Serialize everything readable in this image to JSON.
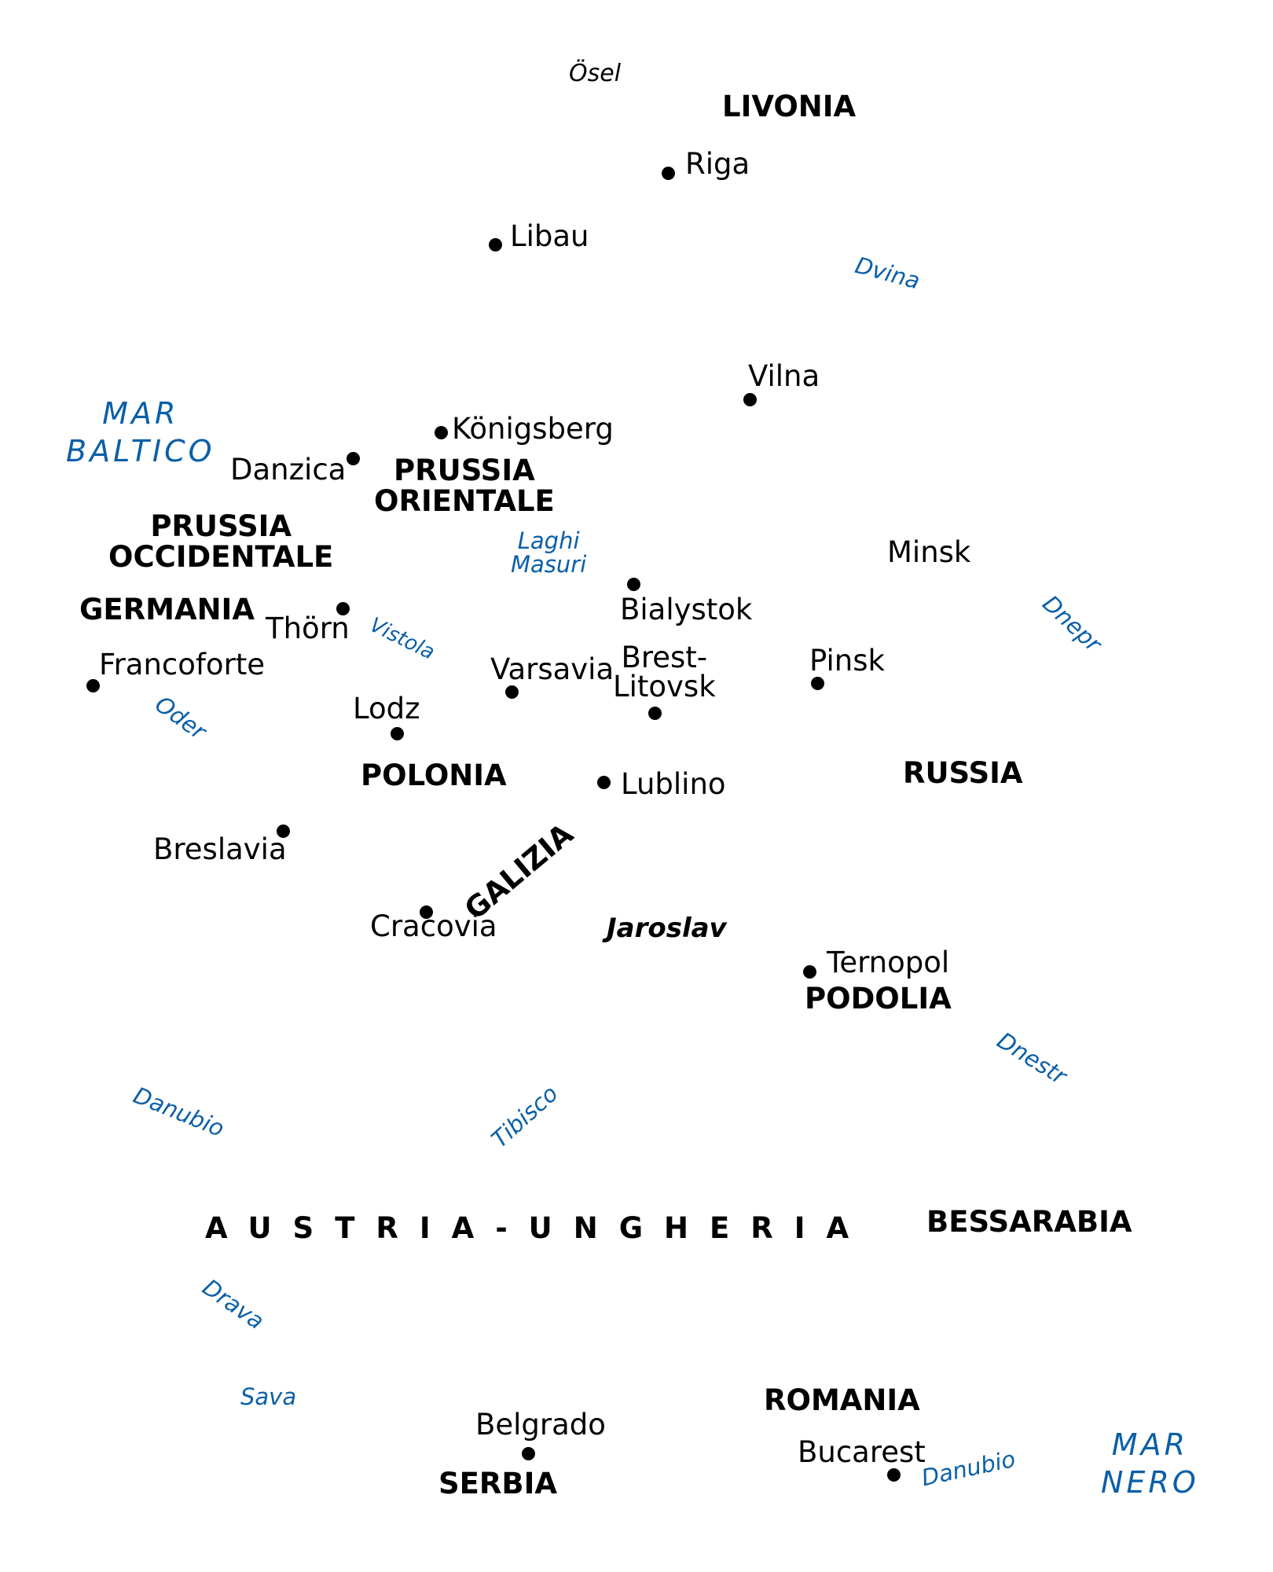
{
  "map": {
    "cities": {
      "riga": "Riga",
      "libau": "Libau",
      "vilna": "Vilna",
      "konigsberg": "Königsberg",
      "danzica": "Danzica",
      "minsk": "Minsk",
      "bialystok": "Bialystok",
      "thorn": "Thörn",
      "francoforte": "Francoforte",
      "varsavia": "Varsavia",
      "brest_1": "Brest-",
      "brest_2": "Litovsk",
      "pinsk": "Pinsk",
      "lodz": "Lodz",
      "lublino": "Lublino",
      "breslavia": "Breslavia",
      "cracovia": "Cracovia",
      "ternopol": "Ternopol",
      "belgrado": "Belgrado",
      "bucarest": "Bucarest"
    },
    "regions": {
      "livonia": "LIVONIA",
      "prussia_or_1": "PRUSSIA",
      "prussia_or_2": "ORIENTALE",
      "prussia_occ_1": "PRUSSIA",
      "prussia_occ_2": "OCCIDENTALE",
      "germania": "GERMANIA",
      "polonia": "POLONIA",
      "russia": "RUSSIA",
      "galizia": "GALIZIA",
      "podolia": "PODOLIA",
      "austria": "AUSTRIA-UNGHERIA",
      "bessarabia": "BESSARABIA",
      "romania": "ROMANIA",
      "serbia": "SERBIA"
    },
    "others": {
      "osel": "Ösel",
      "jaroslav": "Jaroslav"
    },
    "water": {
      "mar_baltico_1": "MAR",
      "mar_baltico_2": "BALTICO",
      "mar_nero_1": "MAR",
      "mar_nero_2": "NERO",
      "dvina": "Dvina",
      "laghi_1": "Laghi",
      "laghi_2": "Masuri",
      "vistola": "Vistola",
      "dnepr": "Dnepr",
      "oder": "Oder",
      "dnestr": "Dnestr",
      "danubio_1": "Danubio",
      "tibisco": "Tibisco",
      "drava": "Drava",
      "sava": "Sava",
      "danubio_2": "Danubio"
    },
    "colors": {
      "water_text": "#0a5fa8",
      "land_text": "#000000",
      "background": "#ffffff"
    }
  }
}
